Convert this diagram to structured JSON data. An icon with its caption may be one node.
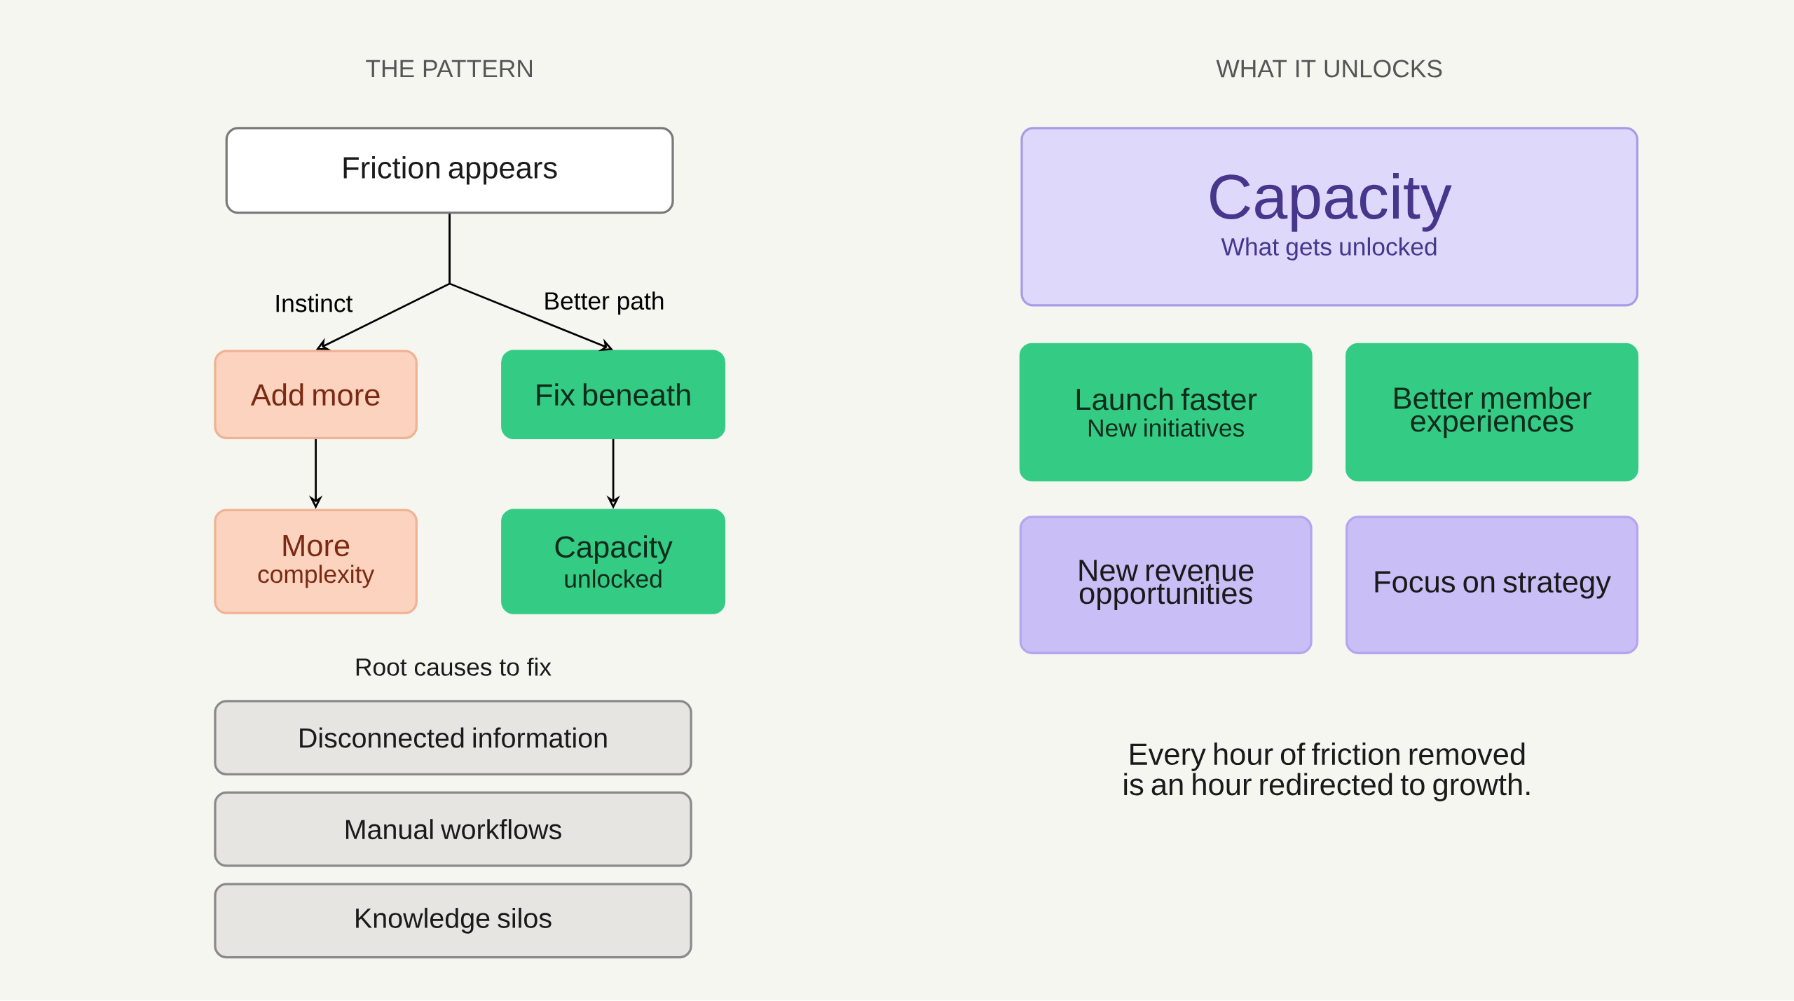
{
  "diagram": {
    "nodes": [
      {
        "text": [
          "Friction appears"
        ]
      },
      {
        "text": [
          "Add more"
        ]
      },
      {
        "text": [
          "Fix beneath"
        ]
      },
      {
        "text": [
          "More",
          "complexity"
        ]
      },
      {
        "text": [
          "Capacity",
          "unlocked"
        ]
      },
      {
        "text": [
          "Disconnected information"
        ]
      },
      {
        "text": [
          "Manual workflows"
        ]
      },
      {
        "text": [
          "Knowledge silos"
        ]
      },
      {
        "text": [
          "Capacity",
          "What gets unlocked"
        ]
      },
      {
        "text": [
          "Launch faster",
          "New initiatives"
        ]
      },
      {
        "text": [
          "Better member experiences"
        ]
      },
      {
        "text": [
          "New revenue opportunities"
        ]
      },
      {
        "text": [
          "Focus on strategy"
        ]
      }
    ],
    "edges": [
      {
        "from": 0,
        "to": 1,
        "arrow": "to",
        "label": "Instinct"
      },
      {
        "from": 0,
        "to": 2,
        "arrow": "to",
        "label": "Better path"
      },
      {
        "from": 1,
        "to": 3,
        "arrow": "to"
      },
      {
        "from": 2,
        "to": 4,
        "arrow": "to"
      }
    ],
    "labels": [
      "THE PATTERN",
      "WHAT IT UNLOCKS",
      "Root causes to fix",
      "Every hour of friction removed is an hour redirected to growth."
    ]
  }
}
